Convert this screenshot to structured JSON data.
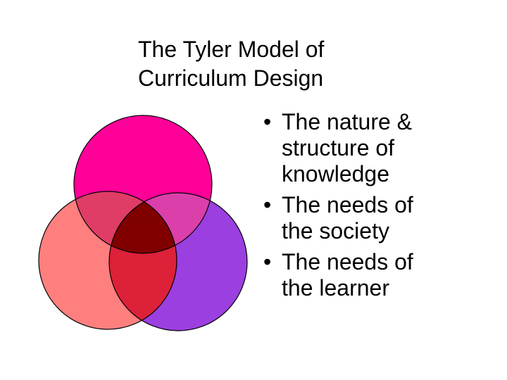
{
  "title": {
    "lines": [
      "The Tyler Model of",
      "Curriculum Design"
    ]
  },
  "bullets": [
    {
      "lines": [
        "The nature &",
        "structure of",
        "knowledge"
      ]
    },
    {
      "lines": [
        "The needs of",
        "the society"
      ]
    },
    {
      "lines": [
        "The needs of",
        "the learner"
      ]
    }
  ],
  "colors": {
    "circle_top": "#ff0099",
    "circle_left": "#ff7f7f",
    "circle_right": "#9b3fe0",
    "overlap_top_left": "#df3d66",
    "overlap_top_right": "#db3faa",
    "overlap_left_right": "#dc2139",
    "overlap_center": "#800000",
    "outline": "#000000"
  }
}
